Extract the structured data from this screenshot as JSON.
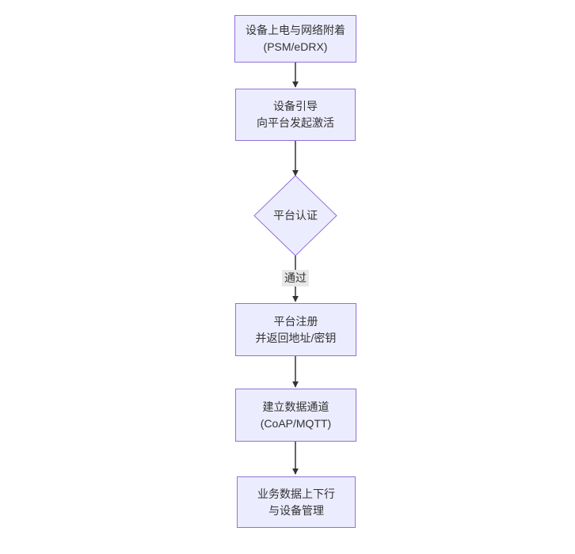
{
  "diagram": {
    "type": "flowchart",
    "direction": "top-down",
    "nodes": [
      {
        "id": "power-attach",
        "shape": "rect",
        "lines": [
          "设备上电与网络附着",
          "(PSM/eDRX)"
        ]
      },
      {
        "id": "bootstrap",
        "shape": "rect",
        "lines": [
          "设备引导",
          "向平台发起激活"
        ]
      },
      {
        "id": "platform-auth",
        "shape": "diamond",
        "lines": [
          "平台认证"
        ]
      },
      {
        "id": "platform-reg",
        "shape": "rect",
        "lines": [
          "平台注册",
          "并返回地址/密钥"
        ]
      },
      {
        "id": "data-channel",
        "shape": "rect",
        "lines": [
          "建立数据通道",
          "(CoAP/MQTT)"
        ]
      },
      {
        "id": "business-data",
        "shape": "rect",
        "lines": [
          "业务数据上下行",
          "与设备管理"
        ]
      }
    ],
    "edges": [
      {
        "from": "power-attach",
        "to": "bootstrap"
      },
      {
        "from": "bootstrap",
        "to": "platform-auth"
      },
      {
        "from": "platform-auth",
        "to": "platform-reg",
        "label": "通过"
      },
      {
        "from": "platform-reg",
        "to": "data-channel"
      },
      {
        "from": "data-channel",
        "to": "business-data"
      }
    ],
    "colors": {
      "node_fill": "#ECECFF",
      "node_border": "#9370DB",
      "arrow": "#333333",
      "edge_label_bg": "#e8e8e8",
      "text": "#333333",
      "background": "#ffffff"
    }
  }
}
